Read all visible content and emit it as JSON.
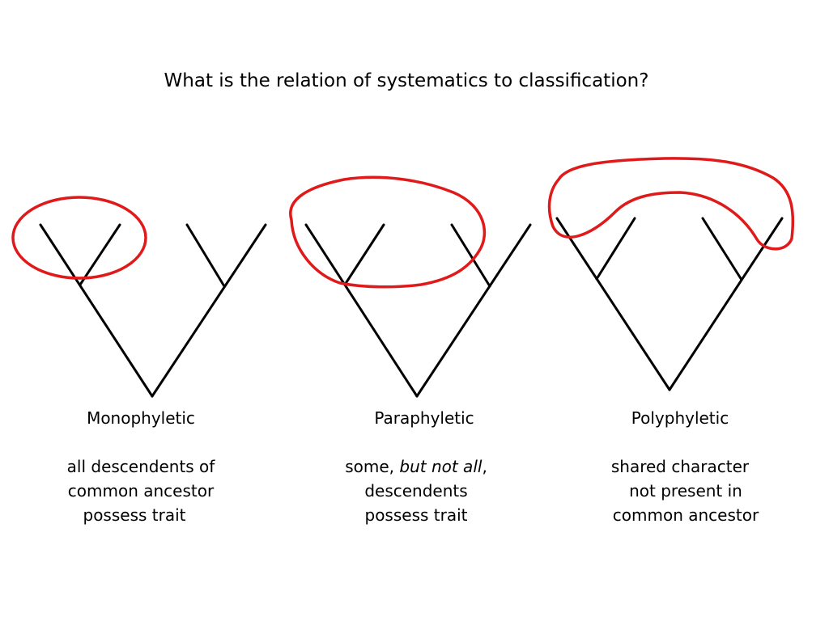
{
  "title": "What is the relation of systematics to classification?",
  "colors": {
    "ink": "#000000",
    "highlight": "#e01a1a",
    "background": "#ffffff"
  },
  "panels": [
    {
      "heading": "Monophyletic",
      "description_lines": [
        "all descendents of",
        "common ancestor",
        "possess trait"
      ]
    },
    {
      "heading": "Paraphyletic",
      "description_prefix": "some, ",
      "description_emphasis": "but not all",
      "description_suffix": ",",
      "description_lines": [
        "descendents",
        "possess trait"
      ]
    },
    {
      "heading": "Polyphyletic",
      "description_lines": [
        "shared character",
        "not present in",
        "common ancestor"
      ]
    }
  ]
}
